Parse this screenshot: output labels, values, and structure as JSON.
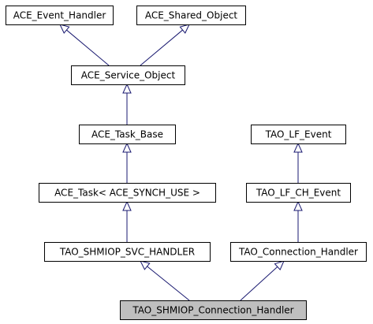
{
  "diagram": {
    "colors": {
      "node_fill": "#ffffff",
      "highlight_fill": "#bfbfbf",
      "stroke": "#000000",
      "edge": "#191970"
    },
    "nodes": [
      {
        "id": "ace-event-handler",
        "label": "ACE_Event_Handler",
        "highlighted": false
      },
      {
        "id": "ace-shared-object",
        "label": "ACE_Shared_Object",
        "highlighted": false
      },
      {
        "id": "ace-service-object",
        "label": "ACE_Service_Object",
        "highlighted": false
      },
      {
        "id": "ace-task-base",
        "label": "ACE_Task_Base",
        "highlighted": false
      },
      {
        "id": "ace-task-synch",
        "label": "ACE_Task< ACE_SYNCH_USE >",
        "highlighted": false
      },
      {
        "id": "tao-shmiop-svc-handler",
        "label": "TAO_SHMIOP_SVC_HANDLER",
        "highlighted": false
      },
      {
        "id": "tao-lf-event",
        "label": "TAO_LF_Event",
        "highlighted": false
      },
      {
        "id": "tao-lf-ch-event",
        "label": "TAO_LF_CH_Event",
        "highlighted": false
      },
      {
        "id": "tao-connection-handler",
        "label": "TAO_Connection_Handler",
        "highlighted": false
      },
      {
        "id": "tao-shmiop-connection-handler",
        "label": "TAO_SHMIOP_Connection_Handler",
        "highlighted": true
      }
    ],
    "edges": [
      {
        "from": "ace-service-object",
        "to": "ace-event-handler"
      },
      {
        "from": "ace-service-object",
        "to": "ace-shared-object"
      },
      {
        "from": "ace-task-base",
        "to": "ace-service-object"
      },
      {
        "from": "ace-task-synch",
        "to": "ace-task-base"
      },
      {
        "from": "tao-shmiop-svc-handler",
        "to": "ace-task-synch"
      },
      {
        "from": "tao-lf-ch-event",
        "to": "tao-lf-event"
      },
      {
        "from": "tao-connection-handler",
        "to": "tao-lf-ch-event"
      },
      {
        "from": "tao-shmiop-connection-handler",
        "to": "tao-shmiop-svc-handler"
      },
      {
        "from": "tao-shmiop-connection-handler",
        "to": "tao-connection-handler"
      }
    ]
  }
}
